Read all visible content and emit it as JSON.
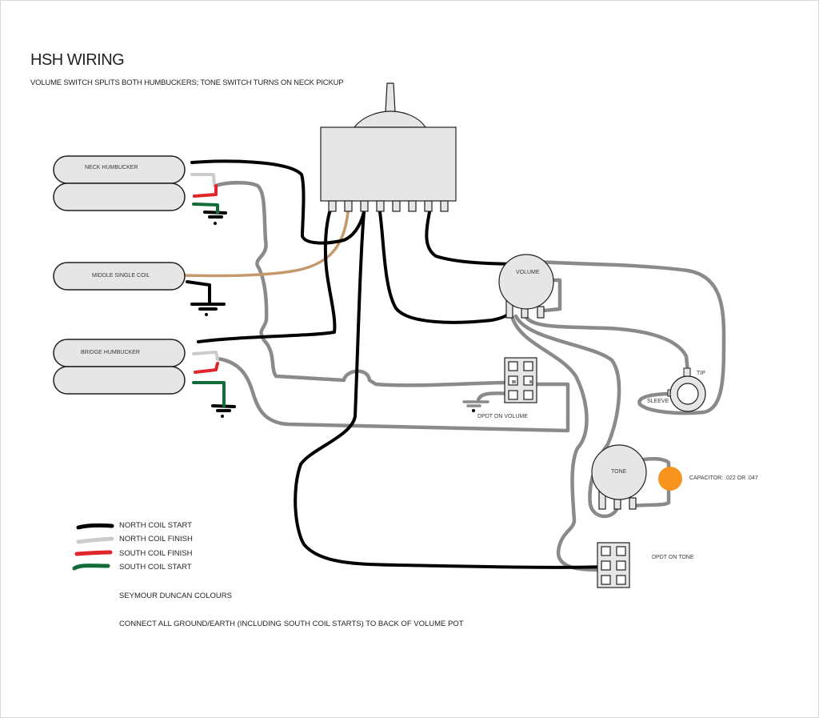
{
  "title": "HSH WIRING",
  "subtitle": "VOLUME SWITCH SPLITS BOTH HUMBUCKERS; TONE SWITCH TURNS ON NECK PICKUP",
  "pickups": [
    {
      "id": "neck",
      "label": "NECK HUMBUCKER",
      "type": "humbucker"
    },
    {
      "id": "middle",
      "label": "MIDDLE SINGLE COIL",
      "type": "single-coil"
    },
    {
      "id": "bridge",
      "label": "BRIDGE HUMBUCKER",
      "type": "humbucker"
    }
  ],
  "components": {
    "volume_pot": "VOLUME",
    "tone_pot": "TONE",
    "capacitor": "CAPACITOR: .022 OR .047",
    "dpdt_volume": "DPDT ON VOLUME",
    "dpdt_tone": "DPDT ON TONE",
    "jack_tip": "TIP",
    "jack_sleeve": "SLEEVE"
  },
  "legend": [
    {
      "label": "NORTH COIL START",
      "color": "#000000"
    },
    {
      "label": "NORTH COIL FINISH",
      "color": "#cccccc"
    },
    {
      "label": "SOUTH COIL FINISH",
      "color": "#e0252b"
    },
    {
      "label": "SOUTH COIL START",
      "color": "#136b3a"
    }
  ],
  "notes": [
    "SEYMOUR DUNCAN COLOURS",
    "CONNECT ALL GROUND/EARTH (INCLUDING SOUTH COIL STARTS) TO BACK OF VOLUME POT"
  ],
  "colors": {
    "wire_black": "#000000",
    "wire_gray": "#8a8a8a",
    "wire_light_gray": "#cccccc",
    "wire_red": "#e0252b",
    "wire_green": "#136b3a",
    "wire_tan": "#c49a6c",
    "capacitor": "#f7941d",
    "component_fill": "#e6e6e6"
  }
}
